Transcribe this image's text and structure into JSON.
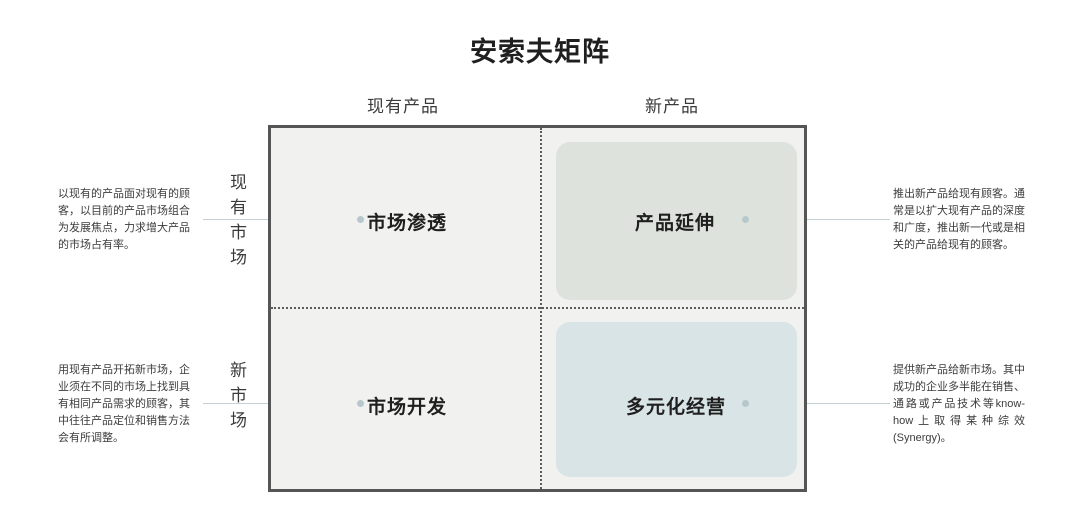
{
  "title": "安索夫矩阵",
  "axes": {
    "columns": [
      {
        "key": "existing_products",
        "label": "现有产品"
      },
      {
        "key": "new_products",
        "label": "新产品"
      }
    ],
    "rows": [
      {
        "key": "existing_markets",
        "label": "现有市场"
      },
      {
        "key": "new_markets",
        "label": "新市场"
      }
    ]
  },
  "quadrants": {
    "market_penetration": {
      "label": "市场渗透",
      "description": "以现有的产品面对现有的顾客，以目前的产品市场组合为发展焦点，力求增大产品的市场占有率。",
      "fill": "#f1f1ef"
    },
    "product_extension": {
      "label": "产品延伸",
      "description": "推出新产品给现有顾客。通常是以扩大现有产品的深度和广度，推出新一代或是相关的产品给现有的顾客。",
      "fill": "#dde3dc"
    },
    "market_development": {
      "label": "市场开发",
      "description": "用现有产品开拓新市场，企业须在不同的市场上找到具有相同产品需求的顾客，其中往往产品定位和销售方法会有所调整。",
      "fill": "#f1f1ef"
    },
    "diversification": {
      "label": "多元化经营",
      "description": "提供新产品给新市场。其中成功的企业多半能在销售、通路或产品技术等know-how上取得某种综效(Synergy)。",
      "fill": "#d8e4e6"
    }
  },
  "colors": {
    "frame_border": "#555555",
    "divider": "#5c5c5c",
    "connector": "#c3d2d4",
    "connector_dot": "#b6c8cb",
    "background": "#ffffff",
    "text": "#2b2b2b"
  }
}
